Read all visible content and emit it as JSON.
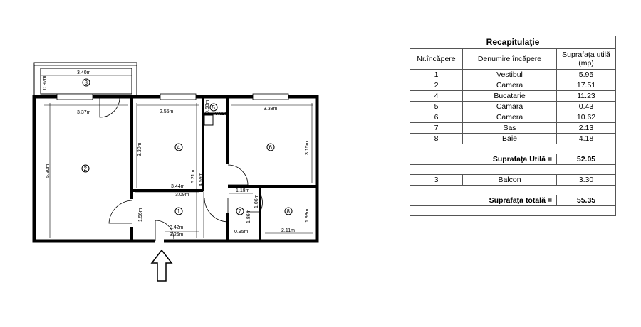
{
  "plan": {
    "dimensions": {
      "balcony_w": "3.40m",
      "balcony_h": "0.97m",
      "room2_w": "3.37m",
      "room2_h": "5.30m",
      "room4_w": "2.55m",
      "room4_h": "3.30m",
      "room5_w": "0.82m",
      "room5_h": "0.58m",
      "room6_w": "3.38m",
      "room6_h": "3.15m",
      "wall_a": "5.21m",
      "wall_b": "4.59m",
      "hall_w1": "3.44m",
      "hall_w2": "3.09m",
      "room7_w": "1.18m",
      "room7_h1": "1.06m",
      "room7_h2": "1.86m",
      "room7_w2": "0.95m",
      "room8_w": "2.11m",
      "room8_h": "1.98m",
      "room1_h": "1.56m",
      "room1_w1": "3.42m",
      "room1_w2": "3.26m"
    },
    "rooms": [
      "1",
      "2",
      "3",
      "4",
      "5",
      "6",
      "7",
      "8"
    ]
  },
  "recap": {
    "title": "Recapitulaţie",
    "headers": {
      "nr": "Nr.încăpere",
      "name": "Denumire încăpere",
      "area": "Suprafaţa utilă (mp)"
    },
    "rows": [
      {
        "nr": "1",
        "name": "Vestibul",
        "area": "5.95"
      },
      {
        "nr": "2",
        "name": "Camera",
        "area": "17.51"
      },
      {
        "nr": "4",
        "name": "Bucatarie",
        "area": "11.23"
      },
      {
        "nr": "5",
        "name": "Camara",
        "area": "0.43"
      },
      {
        "nr": "6",
        "name": "Camera",
        "area": "10.62"
      },
      {
        "nr": "7",
        "name": "Sas",
        "area": "2.13"
      },
      {
        "nr": "8",
        "name": "Baie",
        "area": "4.18"
      }
    ],
    "useful_label": "Suprafaţa Utilă =",
    "useful_value": "52.05",
    "balcony": {
      "nr": "3",
      "name": "Balcon",
      "area": "3.30"
    },
    "total_label": "Suprafaţa totală =",
    "total_value": "55.35"
  }
}
